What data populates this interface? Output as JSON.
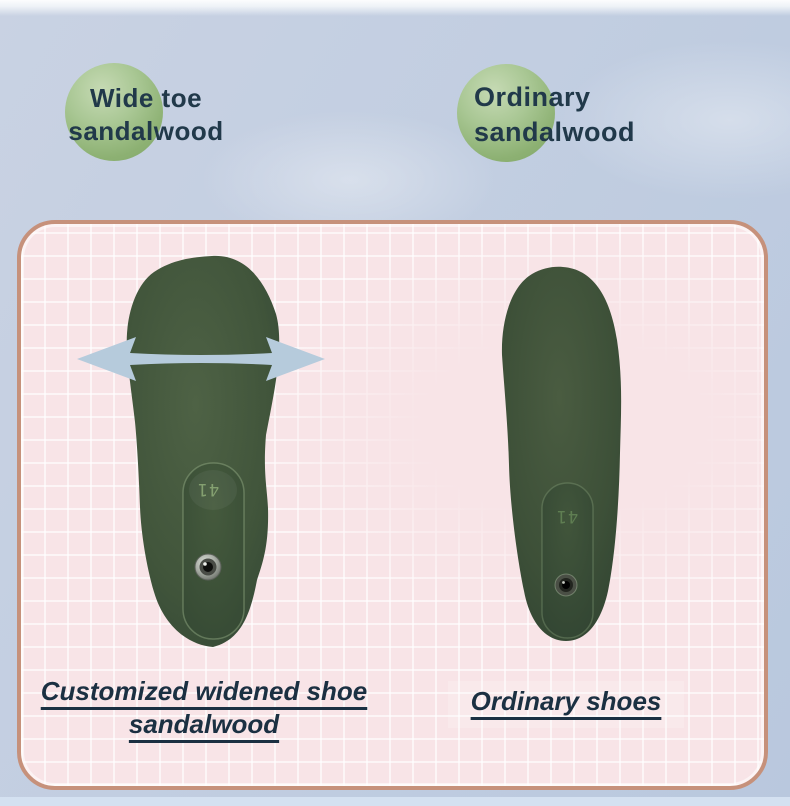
{
  "colors": {
    "background_blue": "#c2cee1",
    "top_highlight": "#fcfdfe",
    "bottom_strip_blue": "#d4e1f1",
    "panel_pink": "#f8e4e7",
    "panel_border_tan": "#c6917b",
    "grid_line_white": "#ffffff",
    "badge_green": "#8db173",
    "arrow_blue": "#b6cbdc",
    "shoe_last_green": "#3f5339",
    "heading_text": "#21394a",
    "caption_text": "#1b3042"
  },
  "headings": {
    "left": "Wide toe\nsandalwood",
    "right": "Ordinary\nsandalwood"
  },
  "panel": {
    "left_item": {
      "caption": "Customized widened shoe\nsandalwood",
      "size_label": "41"
    },
    "right_item": {
      "caption": "Ordinary shoes",
      "size_label": "41"
    }
  }
}
